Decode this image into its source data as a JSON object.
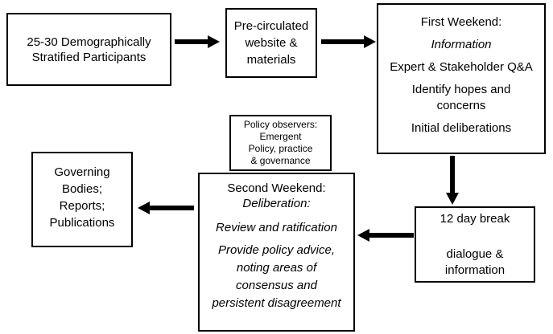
{
  "colors": {
    "background": "#ffffff",
    "box_border": "#000000",
    "text": "#000000",
    "arrow": "#000000"
  },
  "boxes": {
    "participants": {
      "lines": [
        "25-30 Demographically",
        "Stratified Participants"
      ]
    },
    "materials": {
      "lines": [
        "Pre-circulated",
        "website &",
        "materials"
      ]
    },
    "first_weekend": {
      "lines": [
        "First Weekend:",
        "Information",
        "Expert & Stakeholder Q&A",
        "Identify hopes and",
        "concerns",
        "Initial deliberations"
      ]
    },
    "policy_observers": {
      "lines": [
        "Policy observers:",
        "Emergent",
        "Policy, practice",
        "& governance"
      ]
    },
    "second_weekend": {
      "lines": [
        "Second Weekend:",
        "Deliberation:",
        "Review and ratification",
        "Provide policy advice,",
        "noting areas of",
        "consensus and",
        "persistent disagreement"
      ]
    },
    "break": {
      "lines": [
        "12 day break",
        "dialogue &",
        "information"
      ]
    },
    "governing": {
      "lines": [
        "Governing",
        "Bodies;",
        "Reports;",
        "Publications"
      ]
    }
  }
}
